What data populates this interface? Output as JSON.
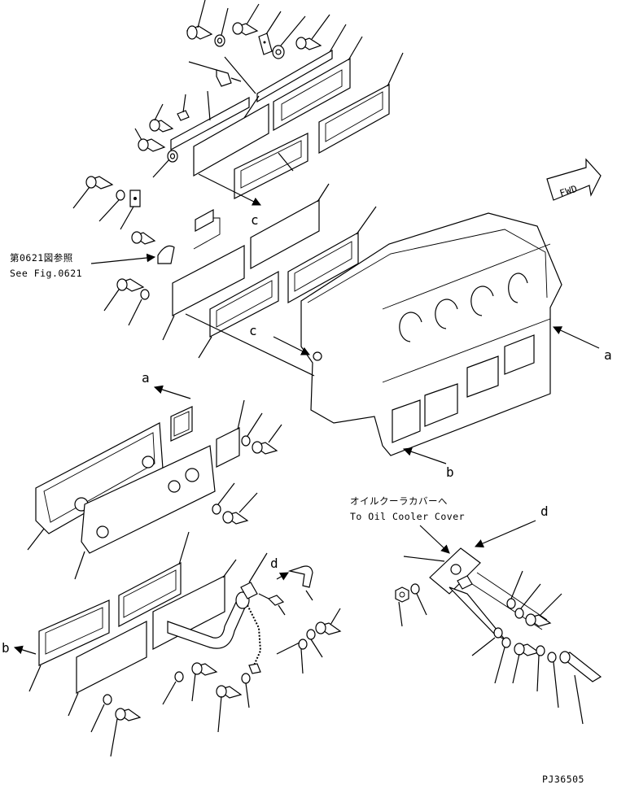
{
  "labels": {
    "fwd": "FWD",
    "ref_fig_jp": "第0621図参照",
    "ref_fig_en": "See Fig.0621",
    "oil_cooler_jp": "オイルクーラカバーへ",
    "oil_cooler_en": "To Oil Cooler Cover",
    "callout_a": "a",
    "callout_b": "b",
    "callout_c": "c",
    "callout_d": "d",
    "drawing_no": "PJ36505"
  }
}
